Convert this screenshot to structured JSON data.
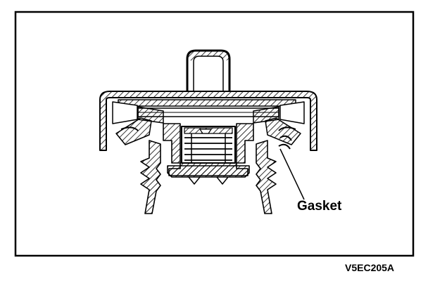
{
  "figure": {
    "callout_label": "Gasket",
    "figure_code": "V5EC205A",
    "subject": "cap-cross-section",
    "colors": {
      "ink": "#000000",
      "paper": "#ffffff"
    }
  }
}
